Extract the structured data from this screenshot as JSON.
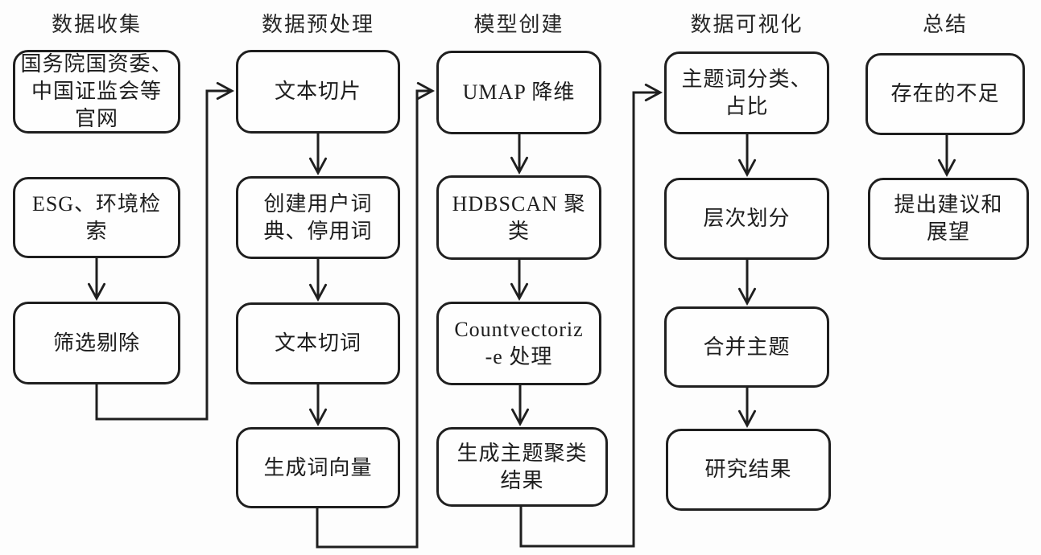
{
  "diagram": {
    "title": "Research workflow flowchart",
    "columns": [
      {
        "header": "数据收集",
        "boxes": [
          "国务院国资委、\n中国证监会等\n官网",
          "ESG、环境检\n索",
          "筛选剔除"
        ]
      },
      {
        "header": "数据预处理",
        "boxes": [
          "文本切片",
          "创建用户词\n典、停用词",
          "文本切词",
          "生成词向量"
        ]
      },
      {
        "header": "模型创建",
        "boxes": [
          "UMAP 降维",
          "HDBSCAN 聚\n类",
          "Countvectoriz\n-e 处理",
          "生成主题聚类\n结果"
        ]
      },
      {
        "header": "数据可视化",
        "boxes": [
          "主题词分类、\n占比",
          "层次划分",
          "合并主题",
          "研究结果"
        ]
      },
      {
        "header": "总结",
        "boxes": [
          "存在的不足",
          "提出建议和\n展望"
        ]
      }
    ],
    "edges": [
      "ESG、环境检索 → 筛选剔除",
      "筛选剔除 → 文本切片",
      "文本切片 → 创建用户词典、停用词",
      "创建用户词典、停用词 → 文本切词",
      "文本切词 → 生成词向量",
      "生成词向量 → UMAP 降维",
      "UMAP 降维 → HDBSCAN 聚类",
      "HDBSCAN 聚类 → Countvectoriz-e 处理",
      "Countvectoriz-e 处理 → 生成主题聚类结果",
      "生成主题聚类结果 → 主题词分类、占比",
      "主题词分类、占比 → 层次划分",
      "层次划分 → 合并主题",
      "合并主题 → 研究结果",
      "存在的不足 → 提出建议和展望"
    ],
    "stroke_color": "#1f1f1f",
    "background_color": "#fdfdfd"
  }
}
